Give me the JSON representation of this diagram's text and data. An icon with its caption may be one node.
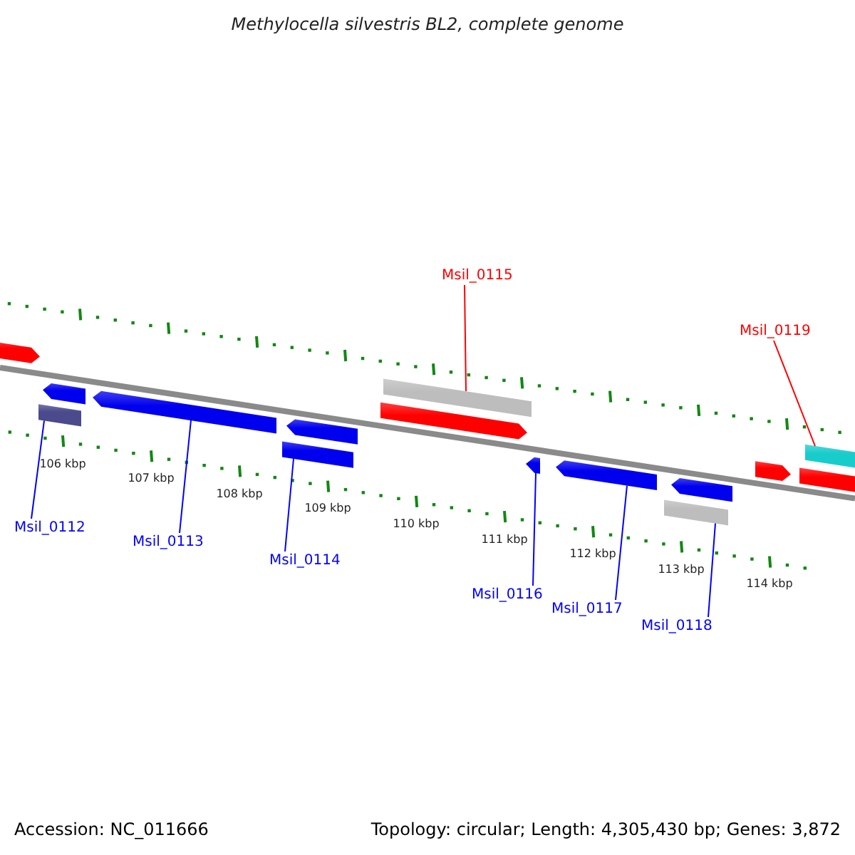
{
  "diagram": {
    "title": "Methylocella silvestris BL2, complete genome",
    "nodes": [
      {
        "text": [
          "Msil_0115"
        ]
      },
      {
        "text": [
          "Msil_0119"
        ]
      },
      {
        "text": [
          "Msil_0112"
        ]
      },
      {
        "text": [
          "Msil_0113"
        ]
      },
      {
        "text": [
          "Msil_0114"
        ]
      },
      {
        "text": [
          "Msil_0116"
        ]
      },
      {
        "text": [
          "Msil_0117"
        ]
      },
      {
        "text": [
          "Msil_0118"
        ]
      },
      {
        "text": [],
        "shape": "bar"
      },
      {
        "text": [],
        "shape": "bar"
      },
      {
        "text": [],
        "shape": "bar"
      },
      {
        "text": [],
        "shape": "arrow"
      },
      {
        "text": [],
        "shape": "bar"
      },
      {
        "text": [],
        "shape": "arrow"
      },
      {
        "text": [],
        "shape": "arrow"
      },
      {
        "text": [],
        "shape": "bar"
      }
    ],
    "edges": [
      {
        "from": 0,
        "to": 8,
        "arrow": "none",
        "color": "#ff0000"
      },
      {
        "from": 1,
        "to": 9,
        "arrow": "none",
        "color": "#ff0000"
      },
      {
        "from": 2,
        "to": 10,
        "arrow": "none"
      },
      {
        "from": 3,
        "to": 11,
        "arrow": "none"
      },
      {
        "from": 4,
        "to": 12,
        "arrow": "none"
      },
      {
        "from": 5,
        "to": 13,
        "arrow": "none"
      },
      {
        "from": 6,
        "to": 14,
        "arrow": "none"
      },
      {
        "from": 7,
        "to": 15,
        "arrow": "none"
      }
    ],
    "labels": [
      "106 kbp",
      "107 kbp",
      "108 kbp",
      "109 kbp",
      "110 kbp",
      "111 kbp",
      "112 kbp",
      "113 kbp",
      "114 kbp",
      "Accession: NC_011666",
      "Topology: circular; Length: 4,305,430 bp; Genes: 3,872"
    ]
  }
}
